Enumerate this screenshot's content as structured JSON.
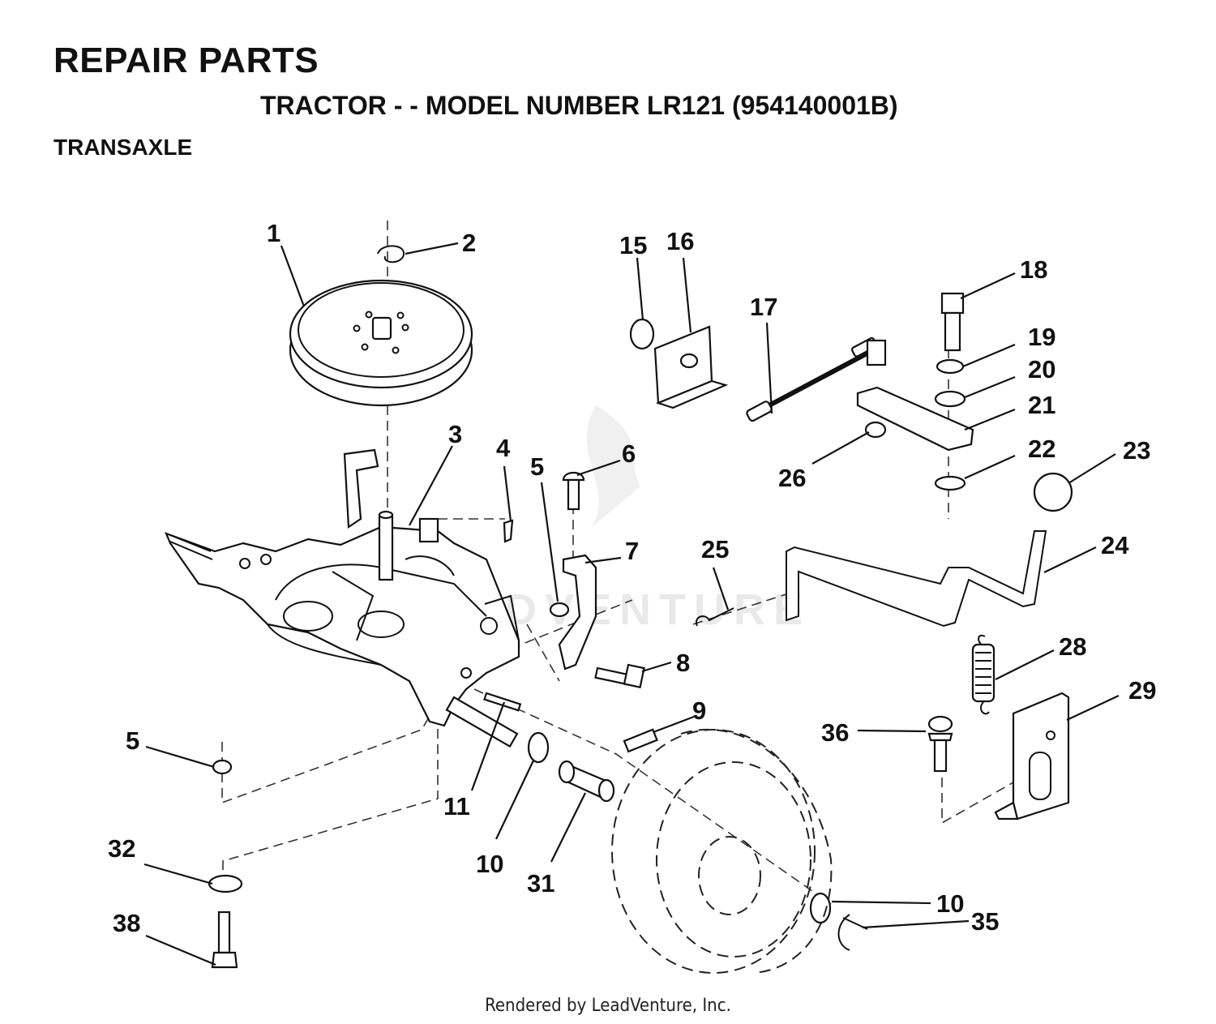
{
  "header": {
    "title": "REPAIR PARTS",
    "subtitle": "TRACTOR - - MODEL NUMBER LR121 (954140001B)",
    "section": "TRANSAXLE"
  },
  "watermark": {
    "text": "LEADVENTURE"
  },
  "footer": {
    "text": "Rendered by LeadVenture, Inc."
  },
  "callouts": [
    {
      "id": "c1",
      "label": "1"
    },
    {
      "id": "c2",
      "label": "2"
    },
    {
      "id": "c3",
      "label": "3"
    },
    {
      "id": "c4",
      "label": "4"
    },
    {
      "id": "c5a",
      "label": "5"
    },
    {
      "id": "c5b",
      "label": "5"
    },
    {
      "id": "c6",
      "label": "6"
    },
    {
      "id": "c7",
      "label": "7"
    },
    {
      "id": "c8",
      "label": "8"
    },
    {
      "id": "c9",
      "label": "9"
    },
    {
      "id": "c10a",
      "label": "10"
    },
    {
      "id": "c10b",
      "label": "10"
    },
    {
      "id": "c11",
      "label": "11"
    },
    {
      "id": "c15",
      "label": "15"
    },
    {
      "id": "c16",
      "label": "16"
    },
    {
      "id": "c17",
      "label": "17"
    },
    {
      "id": "c18",
      "label": "18"
    },
    {
      "id": "c19",
      "label": "19"
    },
    {
      "id": "c20",
      "label": "20"
    },
    {
      "id": "c21",
      "label": "21"
    },
    {
      "id": "c22",
      "label": "22"
    },
    {
      "id": "c23",
      "label": "23"
    },
    {
      "id": "c24",
      "label": "24"
    },
    {
      "id": "c25",
      "label": "25"
    },
    {
      "id": "c26",
      "label": "26"
    },
    {
      "id": "c28",
      "label": "28"
    },
    {
      "id": "c29",
      "label": "29"
    },
    {
      "id": "c31",
      "label": "31"
    },
    {
      "id": "c32",
      "label": "32"
    },
    {
      "id": "c35",
      "label": "35"
    },
    {
      "id": "c36",
      "label": "36"
    },
    {
      "id": "c38",
      "label": "38"
    }
  ]
}
